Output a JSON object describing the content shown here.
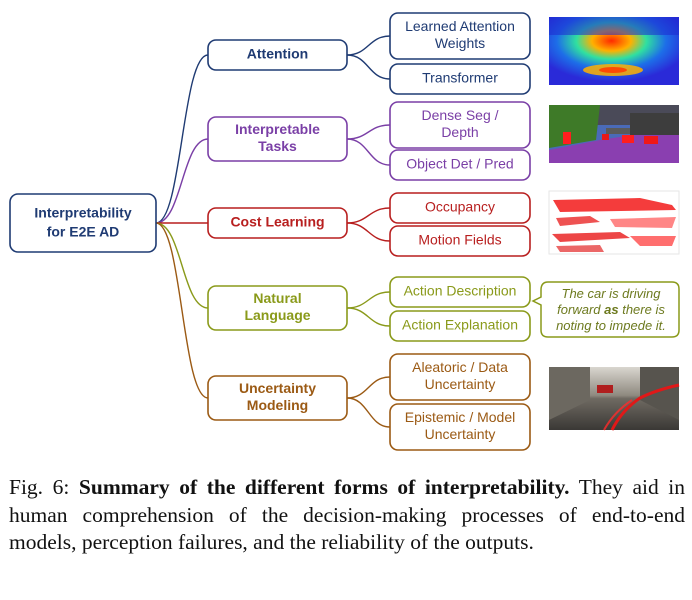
{
  "root": {
    "line1": "Interpretability",
    "line2": "for E2E AD",
    "color": "#1f3b73"
  },
  "categories": [
    {
      "lines": [
        "Attention"
      ],
      "color": "#1f3b73",
      "children": [
        {
          "lines": [
            "Learned Attention",
            "Weights"
          ]
        },
        {
          "lines": [
            "Transformer"
          ]
        }
      ]
    },
    {
      "lines": [
        "Interpretable",
        "Tasks"
      ],
      "color": "#7a3fa6",
      "children": [
        {
          "lines": [
            "Dense Seg /",
            "Depth"
          ]
        },
        {
          "lines": [
            "Object Det / Pred"
          ]
        }
      ]
    },
    {
      "lines": [
        "Cost Learning"
      ],
      "color": "#b81f1f",
      "children": [
        {
          "lines": [
            "Occupancy"
          ]
        },
        {
          "lines": [
            "Motion Fields"
          ]
        }
      ]
    },
    {
      "lines": [
        "Natural",
        "Language"
      ],
      "color": "#8a9a1a",
      "children": [
        {
          "lines": [
            "Action Description"
          ]
        },
        {
          "lines": [
            "Action Explanation"
          ]
        }
      ]
    },
    {
      "lines": [
        "Uncertainty",
        "Modeling"
      ],
      "color": "#9b5a14",
      "children": [
        {
          "lines": [
            "Aleatoric / Data",
            "Uncertainty"
          ]
        },
        {
          "lines": [
            "Epistemic / Model",
            "Uncertainty"
          ]
        }
      ]
    }
  ],
  "speech_bubble": {
    "line1": "The car is driving",
    "line2_pre": "forward ",
    "line2_bold": "as",
    "line2_post": " there is",
    "line3": "noting to impede it."
  },
  "caption": {
    "label": "Fig. 6: ",
    "bold": "Summary of the different forms of interpretability.",
    "text": " They aid in human comprehension of the decision-making processes of end-to-end models, perception failures, and the reliability of the outputs."
  }
}
